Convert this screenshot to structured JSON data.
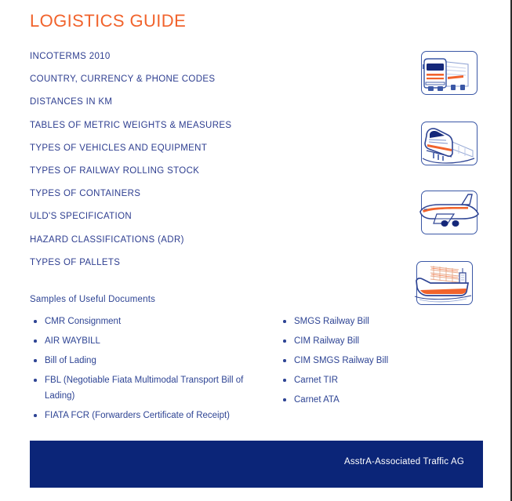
{
  "document": {
    "title": "LOGISTICS GUIDE",
    "accent_color": "#F1632C",
    "text_color": "#2E4494",
    "footer_color": "#0B2578"
  },
  "contents": {
    "items": [
      {
        "label": "INCOTERMS 2010"
      },
      {
        "label": "COUNTRY, CURRENCY & PHONE CODES"
      },
      {
        "label": "DISTANCES IN KM"
      },
      {
        "label": "TABLES OF METRIC WEIGHTS & MEASURES"
      },
      {
        "label": "TYPES OF VEHICLES AND EQUIPMENT"
      },
      {
        "label": "TYPES OF RAILWAY ROLLING STOCK"
      },
      {
        "label": "TYPES OF CONTAINERS"
      },
      {
        "label": "ULD'S SPECIFICATION"
      },
      {
        "label": "HAZARD CLASSIFICATIONS (ADR)"
      },
      {
        "label": "TYPES OF PALLETS"
      }
    ]
  },
  "samples": {
    "heading": "Samples of Useful Documents",
    "left_column": [
      {
        "label": "CMR Consignment"
      },
      {
        "label": "AIR WAYBILL"
      },
      {
        "label": "Bill of Lading"
      },
      {
        "label": "FBL (Negotiable Fiata Multimodal Transport Bill of Lading)"
      },
      {
        "label": "FIATA FCR (Forwarders Certificate of Receipt)"
      }
    ],
    "right_column": [
      {
        "label": "SMGS Railway Bill"
      },
      {
        "label": "CIM Railway Bill"
      },
      {
        "label": "CIM SMGS Railway Bill"
      },
      {
        "label": "Carnet TIR"
      },
      {
        "label": "Carnet ATA"
      }
    ]
  },
  "illustrations": [
    {
      "name": "truck-illustration"
    },
    {
      "name": "train-illustration"
    },
    {
      "name": "airplane-illustration"
    },
    {
      "name": "ship-illustration"
    }
  ],
  "footer": {
    "company": "AsstrA-Associated Traffic AG"
  }
}
